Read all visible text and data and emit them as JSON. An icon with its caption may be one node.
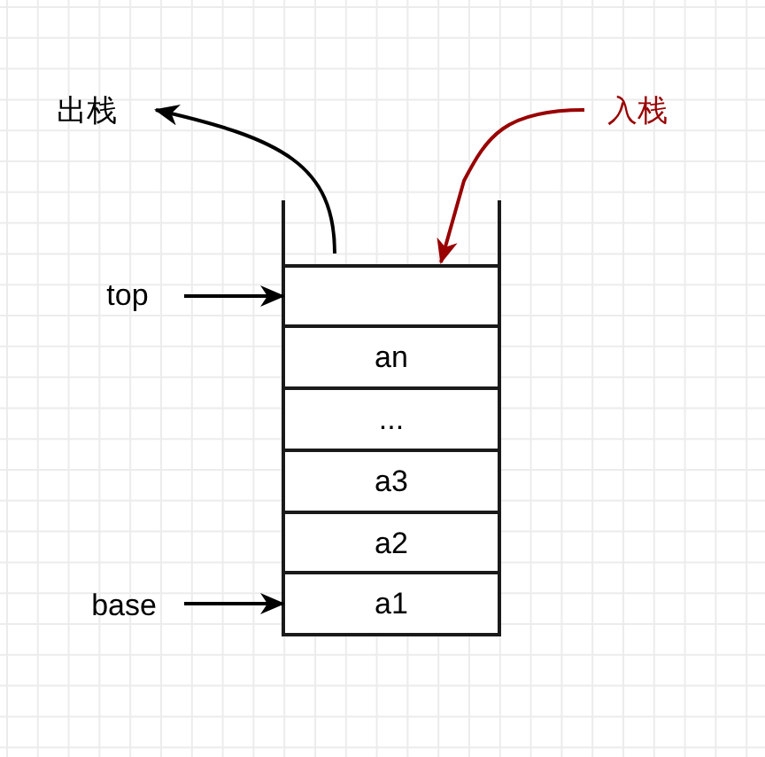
{
  "diagram": {
    "nodes": [
      {
        "text": [
          "出栈"
        ]
      },
      {
        "text": [
          "入栈"
        ]
      },
      {
        "text": [
          "top"
        ]
      },
      {
        "text": [
          "base"
        ]
      },
      {
        "text": [],
        "shape": "box"
      },
      {
        "text": [
          "an"
        ]
      },
      {
        "text": [
          "..."
        ]
      },
      {
        "text": [
          "a3"
        ]
      },
      {
        "text": [
          "a2"
        ]
      },
      {
        "text": [
          "a1"
        ]
      }
    ],
    "edges": [
      {
        "from": 4,
        "to": 0,
        "arrow": "to"
      },
      {
        "from": 1,
        "to": 4,
        "arrow": "to",
        "color": "#990000"
      },
      {
        "from": 2,
        "to": 4,
        "arrow": "to"
      },
      {
        "from": 3,
        "to": 9,
        "arrow": "to"
      }
    ]
  }
}
